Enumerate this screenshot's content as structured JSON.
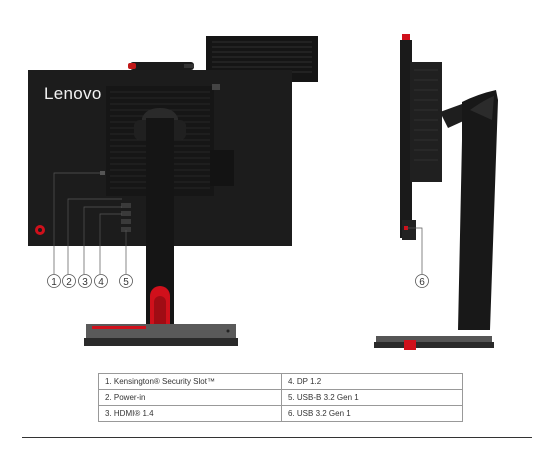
{
  "brand": "Lenovo",
  "callouts": {
    "c1": "1",
    "c2": "2",
    "c3": "3",
    "c4": "4",
    "c5": "5",
    "c6": "6"
  },
  "ports": [
    {
      "left": "1.  Kensington® Security Slot™",
      "right": "4.  DP 1.2"
    },
    {
      "left": "2.  Power-in",
      "right": "5.  USB-B 3.2 Gen 1"
    },
    {
      "left": "3.  HDMI® 1.4",
      "right": "6.  USB 3.2 Gen 1"
    }
  ],
  "colors": {
    "accent_red": "#d0101b",
    "body": "#1c1c1c",
    "base": "#3a3a3a"
  }
}
